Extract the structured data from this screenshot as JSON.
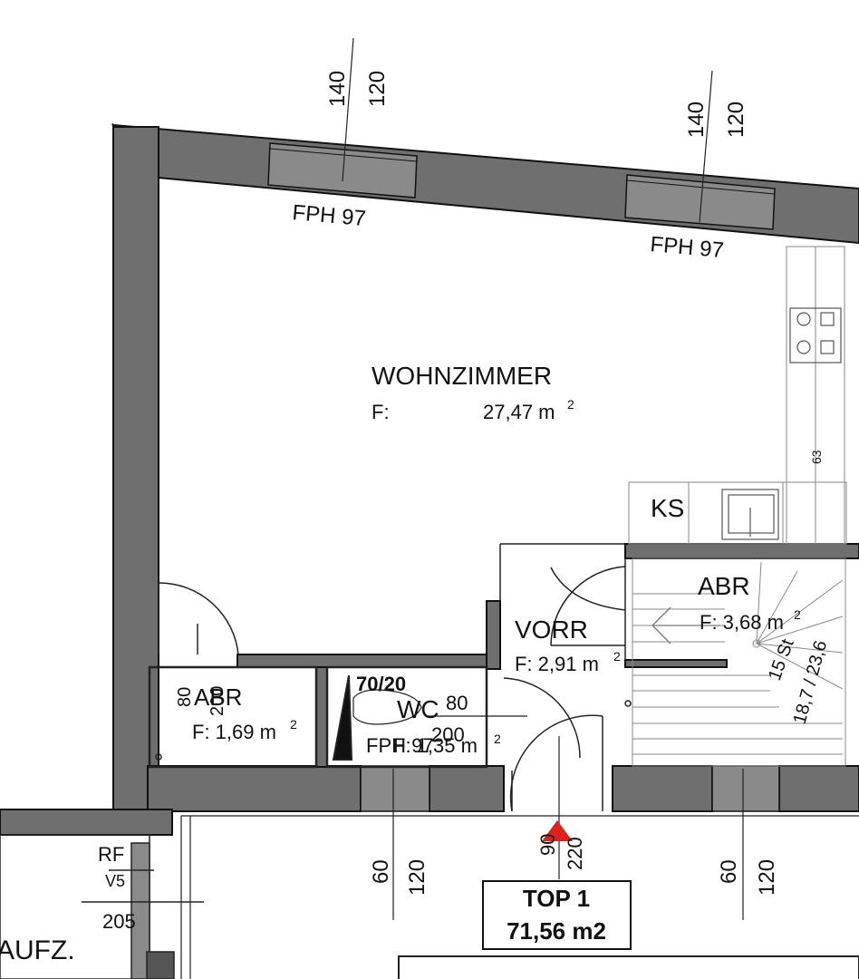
{
  "colors": {
    "wall": "#6f6f6f",
    "wall_edge": "#111111",
    "line": "#222222",
    "marker": "#e0201a",
    "background": "#ffffff"
  },
  "rooms": {
    "wohnzimmer": {
      "name": "WOHNZIMMER",
      "area_label": "F:",
      "area_value": "27,47 m",
      "area_sup": "2"
    },
    "abr_left": {
      "name": "ABR",
      "area": "F: 1,69 m",
      "area_sup": "2",
      "overlap_dim": "80",
      "overlap_dim2": "200"
    },
    "wc": {
      "name": "WC",
      "area": "F: 1,35 m",
      "area_sup": "2",
      "dim_width": "80",
      "dim_height": "200",
      "shaft": "70/20",
      "fph": "FPH 97"
    },
    "vorr": {
      "name": "VORR",
      "area": "F: 2,91 m",
      "area_sup": "2"
    },
    "abr_right": {
      "name": "ABR",
      "area": "F: 3,68 m",
      "area_sup": "2",
      "stairs": "15 St",
      "stair_ratio": "18,7 / 23,6"
    }
  },
  "kitchen": {
    "ks_label": "KS",
    "dim": "63"
  },
  "windows_top": [
    {
      "dim_a": "140",
      "dim_b": "120",
      "fph": "FPH 97"
    },
    {
      "dim_a": "140",
      "dim_b": "120",
      "fph": "FPH 97"
    }
  ],
  "windows_bottom": [
    {
      "dim_a": "60",
      "dim_b": "120"
    },
    {
      "dim_a": "60",
      "dim_b": "120"
    }
  ],
  "entrance": {
    "dim_a": "90",
    "dim_b": "220"
  },
  "unit_box": {
    "title": "TOP 1",
    "area": "71,56 m2"
  },
  "lift": {
    "label": "AUFZ.",
    "rf": "RF",
    "v5": "V5",
    "dim": "205"
  }
}
